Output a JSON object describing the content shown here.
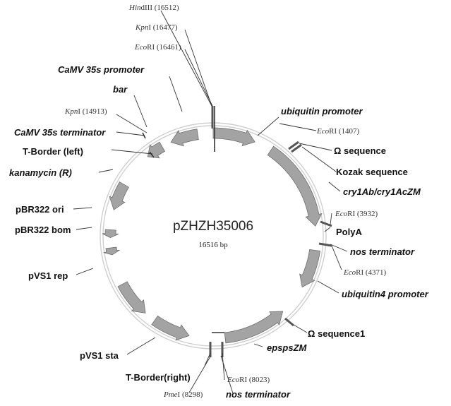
{
  "plasmid": {
    "name": "pZHZH35006",
    "size_label": "16516 bp",
    "length": 16516
  },
  "colors": {
    "feature_fill": "#a3a3a3",
    "feature_stroke": "#6f6f6f",
    "ring": "#cfcfcf",
    "text": "#111111"
  },
  "features": [
    {
      "name": "ubiquitin promoter",
      "italic": true,
      "start": 0,
      "end": 1100,
      "dir": "cw"
    },
    {
      "name": "cry1Ab/cry1AcZM",
      "italic": true,
      "start": 1560,
      "end": 3880,
      "dir": "cw"
    },
    {
      "name": "ubiquitin4 promoter",
      "italic": true,
      "start": 4500,
      "end": 5500,
      "dir": "cw"
    },
    {
      "name": "epspsZM",
      "italic": true,
      "start": 6300,
      "end": 7950,
      "dir": "ccw"
    },
    {
      "name": "pVS1 sta",
      "italic": false,
      "start": 8880,
      "end": 9850,
      "dir": "ccw"
    },
    {
      "name": "pVS1 rep",
      "italic": false,
      "start": 10150,
      "end": 11100,
      "dir": "ccw"
    },
    {
      "name": "pBR322 bom",
      "italic": false,
      "start": 11900,
      "end": 12080,
      "dir": "ccw"
    },
    {
      "name": "pBR322 ori",
      "italic": false,
      "start": 12340,
      "end": 12540,
      "dir": "ccw"
    },
    {
      "name": "kanamycin (R)",
      "italic": true,
      "start": 13060,
      "end": 13760,
      "dir": "ccw"
    },
    {
      "name": "bar",
      "italic": true,
      "start": 14700,
      "end": 15150,
      "dir": "ccw"
    },
    {
      "name": "CaMV 35s promoter",
      "italic": true,
      "start": 15400,
      "end": 16120,
      "dir": "ccw"
    }
  ],
  "labels": {
    "camv35s_promoter": "CaMV 35s promoter",
    "bar": "bar",
    "camv35s_terminator": "CaMV 35s terminator",
    "tborder_left": "T-Border (left)",
    "kanamycin": "kanamycin (R)",
    "pbr322_ori": "pBR322 ori",
    "pbr322_bom": "pBR322 bom",
    "pvs1_rep": "pVS1 rep",
    "pvs1_sta": "pVS1 sta",
    "tborder_right": "T-Border(right)",
    "nos_terminator_bottom": "nos terminator",
    "epspszm": "epspsZM",
    "omega_sequence1": "Ω sequence1",
    "ubiquitin4_promoter": "ubiquitin4 promoter",
    "nos_terminator_right": "nos terminator",
    "polya": "PolyA",
    "cry1": "cry1Ab/cry1AcZM",
    "kozak": "Kozak sequence",
    "omega_sequence": "Ω sequence",
    "ubiquitin_promoter": "ubiquitin promoter"
  },
  "sites": {
    "hindiii_enz": "Hin",
    "hindiii_rest": "dIII (16512)",
    "kpni_top_enz": "Kpn",
    "kpni_top_rest": "I (16477)",
    "ecori_16461_enz": "Eco",
    "ecori_16461_rest": "RI (16461)",
    "kpni_14913_enz": "Kpn",
    "kpni_14913_rest": "I (14913)",
    "ecori_1407_enz": "Eco",
    "ecori_1407_rest": "RI (1407)",
    "ecori_3932_enz": "Eco",
    "ecori_3932_rest": "RI (3932)",
    "ecori_4371_enz": "Eco",
    "ecori_4371_rest": "RI (4371)",
    "ecori_8023_enz": "Eco",
    "ecori_8023_rest": "RI (8023)",
    "pmei_enz": "Pme",
    "pmei_rest": "I (8298)"
  }
}
